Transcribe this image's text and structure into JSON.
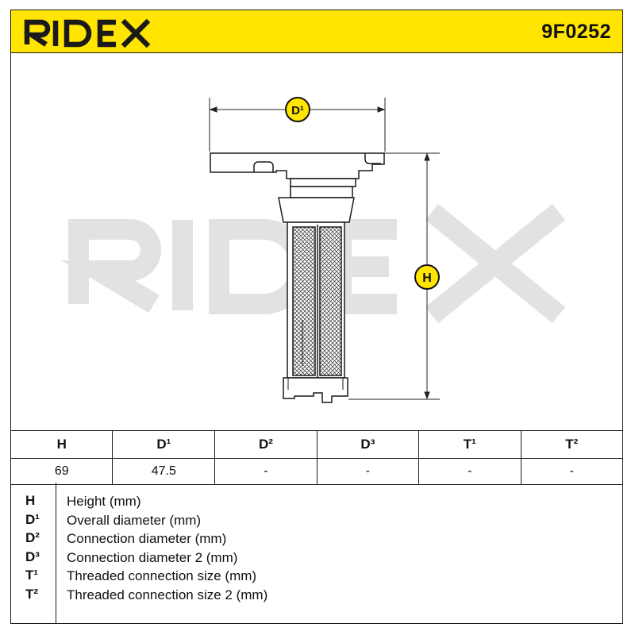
{
  "brand": {
    "name": "RIDEX",
    "color": "#1a1a1a",
    "accent": "#ffe500"
  },
  "part_number": "9F0252",
  "watermark": "RIDEX",
  "dimension_labels": {
    "d1": "D¹",
    "h": "H"
  },
  "table": {
    "headers": [
      "H",
      "D¹",
      "D²",
      "D³",
      "T¹",
      "T²"
    ],
    "values": [
      "69",
      "47.5",
      "-",
      "-",
      "-",
      "-"
    ]
  },
  "legend": [
    {
      "key": "H",
      "desc": "Height (mm)"
    },
    {
      "key": "D¹",
      "desc": "Overall diameter (mm)"
    },
    {
      "key": "D²",
      "desc": "Connection diameter (mm)"
    },
    {
      "key": "D³",
      "desc": "Connection diameter 2 (mm)"
    },
    {
      "key": "T¹",
      "desc": "Threaded connection size (mm)"
    },
    {
      "key": "T²",
      "desc": "Threaded connection size 2 (mm)"
    }
  ]
}
